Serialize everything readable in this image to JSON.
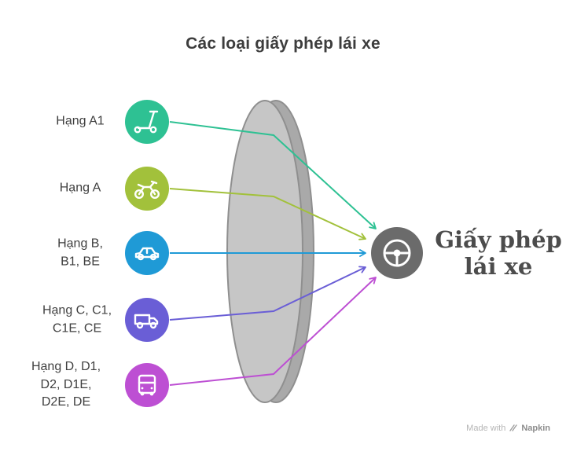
{
  "title": "Các loại giấy phép lái xe",
  "categories": [
    {
      "label": "Hạng A1",
      "icon": "scooter-icon",
      "color": "#2ec193"
    },
    {
      "label": "Hạng A",
      "icon": "motorcycle-icon",
      "color": "#a2c13b"
    },
    {
      "label": "Hạng B,\nB1, BE",
      "icon": "car-icon",
      "color": "#1f9ad6"
    },
    {
      "label": "Hạng C, C1,\nC1E, CE",
      "icon": "truck-icon",
      "color": "#6a5ed6"
    },
    {
      "label": "Hạng D, D1,\nD2, D1E,\nD2E, DE",
      "icon": "bus-icon",
      "color": "#bd4fd3"
    }
  ],
  "lens": {
    "front": "#c6c6c6",
    "back": "#a9a9a9"
  },
  "target": {
    "label": "Giấy phép\nlái xe",
    "icon": "steering-wheel-icon",
    "color": "#6b6b6b"
  },
  "watermark": {
    "prefix": "Made with",
    "brand": "Napkin"
  }
}
